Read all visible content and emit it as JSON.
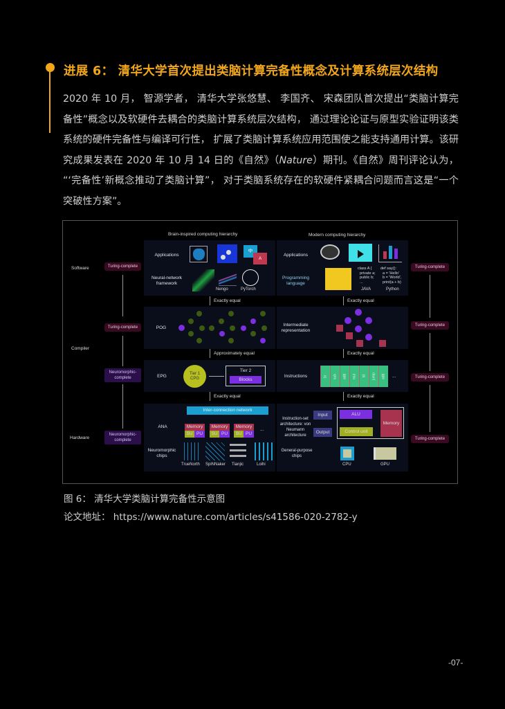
{
  "heading": "进展 6： 清华大学首次提出类脑计算完备性概念及计算系统层次结构",
  "paragraph": [
    "2020 年 10 月， 智源学者， 清华大学张悠慧、 李国齐、 宋森团队首次提出“类脑计算完备性”概念以及软硬件去耦合的类脑计算系统层次结构， 通过理论论证与原型实验证明该类系统的硬件完备性与编译可行性， 扩展了类脑计算系统应用范围使之能支持通用计算。该研究成果发表在 2020 年 10 月 14 日的《自然》（",
    "Nature",
    "）期刊。《自然》周刊评论认为， “‘完备性’新概念推动了类脑计算”， 对于类脑系统存在的软硬件紧耦合问题而言这是“一个突破性方案”。"
  ],
  "figure": {
    "left_title": "Brain-inspired computing hierarchy",
    "right_title": "Modern computing hierarchy",
    "levels": {
      "software": "Software",
      "compiler": "Compiler",
      "hardware": "Hardware"
    },
    "left_badges": [
      "Turing-complete",
      "Turing-complete",
      "Neuromorphic-complete",
      "Neuromorphic-complete"
    ],
    "right_badges": [
      "Turing-complete",
      "Turing-complete",
      "Turing-complete",
      "Turing-complete"
    ],
    "left": {
      "applications": "Applications",
      "nn_framework": "Neural-network framework",
      "nengo": "Nengo",
      "pytorch": "PyTorch",
      "app_icon_letters": [
        "中",
        "A"
      ],
      "pog": "POG",
      "epg": "EPG",
      "tier1": "Tier 1 CPG",
      "tier2": "Tier 2",
      "blocks": "Blocks",
      "ana": "ANA",
      "interconnect": "Inter-connection network",
      "memory": "Memory",
      "su": "SU",
      "pu": "PU",
      "neuro_chips": "Neuromorphic chips",
      "chips": [
        "TrueNorth",
        "SpiNNaker",
        "Tianjic",
        "Loihi"
      ]
    },
    "right": {
      "applications": "Applications",
      "prog_lang": "Programming language",
      "java_code": "class A {\n  private a;\n  public b;\n  ...",
      "python_code": "def say():\n  a = 'Hello'\n  b = 'World',\n  print(a + b)",
      "java": "JAVA",
      "python": "Python",
      "ir": "Intermediate representation",
      "instructions": "Instructions",
      "instr_list": [
        "br",
        "sub",
        "add",
        "mul",
        "ld",
        "jump",
        "add"
      ],
      "isa": "Instruction-set architecture: von Neumann architecture",
      "input": "Input",
      "output": "Output",
      "alu": "ALU",
      "control": "Control unit",
      "memory": "Memory",
      "gp_chips": "General-purpose chips",
      "cpu": "CPU",
      "gpu": "GPU"
    },
    "connectors": {
      "left": [
        "Exactly equal",
        "Approximately equal",
        "Exactly equal"
      ],
      "right": [
        "Exactly equal",
        "Exactly equal",
        "Exactly equal"
      ]
    },
    "ellipsis": "..."
  },
  "caption": "图 6： 清华大学类脑计算完备性示意图",
  "link_label": "论文地址：",
  "link_url": "https://www.nature.com/articles/s41586-020-2782-y",
  "page_number": "-07-",
  "colors": {
    "accent": "#f2a71b",
    "purple": "#7b2fe0",
    "green_node": "#3d5a12",
    "crimson": "#a8334f",
    "cyan": "#1a9fd0"
  }
}
